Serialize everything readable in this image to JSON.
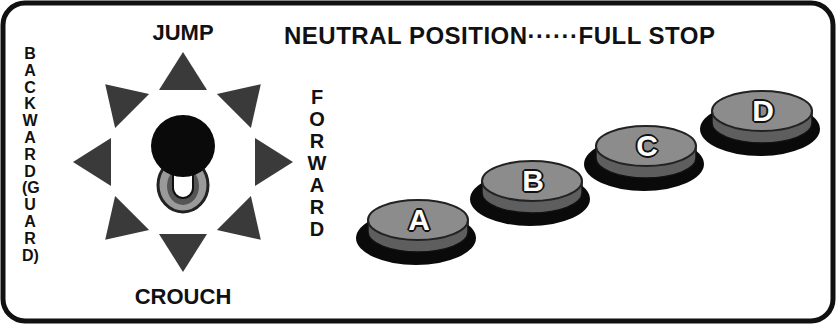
{
  "diagram": {
    "nodes": [
      {
        "text": [
          "A"
        ]
      },
      {
        "text": [
          "B"
        ]
      },
      {
        "text": [
          "C"
        ]
      },
      {
        "text": [
          "D"
        ]
      }
    ],
    "labels": [
      "JUMP",
      "NEUTRAL POSITION······FULL STOP",
      "BACKWARD(GUARD)",
      "FORWARD",
      "CROUCH"
    ]
  }
}
